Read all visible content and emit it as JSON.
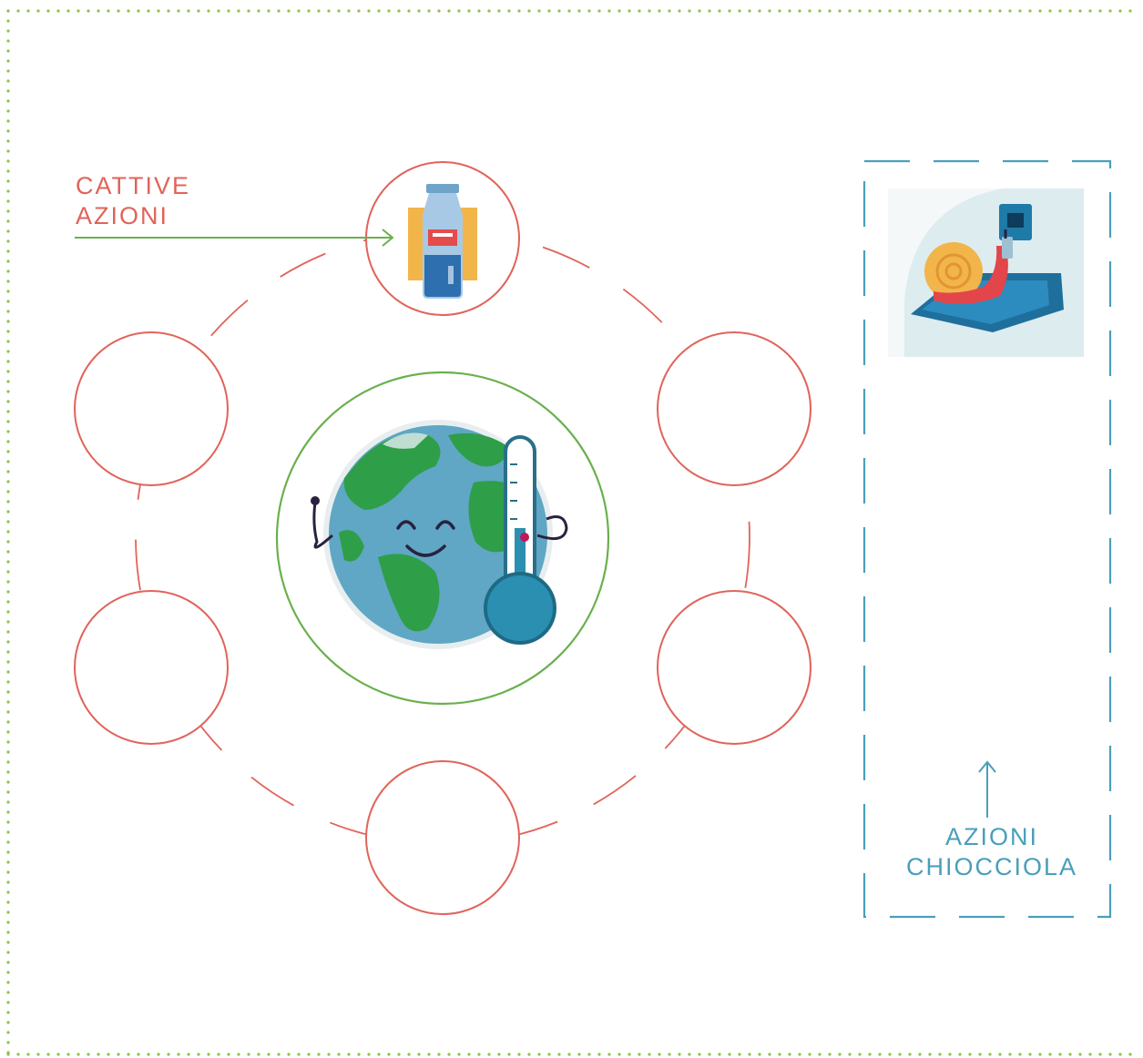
{
  "colors": {
    "border_dots": "#8bc34a",
    "bad_actions": "#e0645a",
    "center_ring": "#6ab04c",
    "snail_actions": "#4a9fba",
    "arrow_green": "#6ab04c"
  },
  "bad_actions": {
    "label_line1": "CATTIVE",
    "label_line2": "AZIONI",
    "slots": [
      {
        "icon": "plastic-bottle-icon",
        "filled": true
      },
      {
        "icon": "",
        "filled": false
      },
      {
        "icon": "",
        "filled": false
      },
      {
        "icon": "",
        "filled": false
      },
      {
        "icon": "",
        "filled": false
      },
      {
        "icon": "",
        "filled": false
      }
    ]
  },
  "center": {
    "icon": "earth-with-thermometer-icon"
  },
  "snail_actions": {
    "label_line1": "AZIONI",
    "label_line2": "CHIOCCIOLA",
    "icon": "snail-plug-icon"
  }
}
